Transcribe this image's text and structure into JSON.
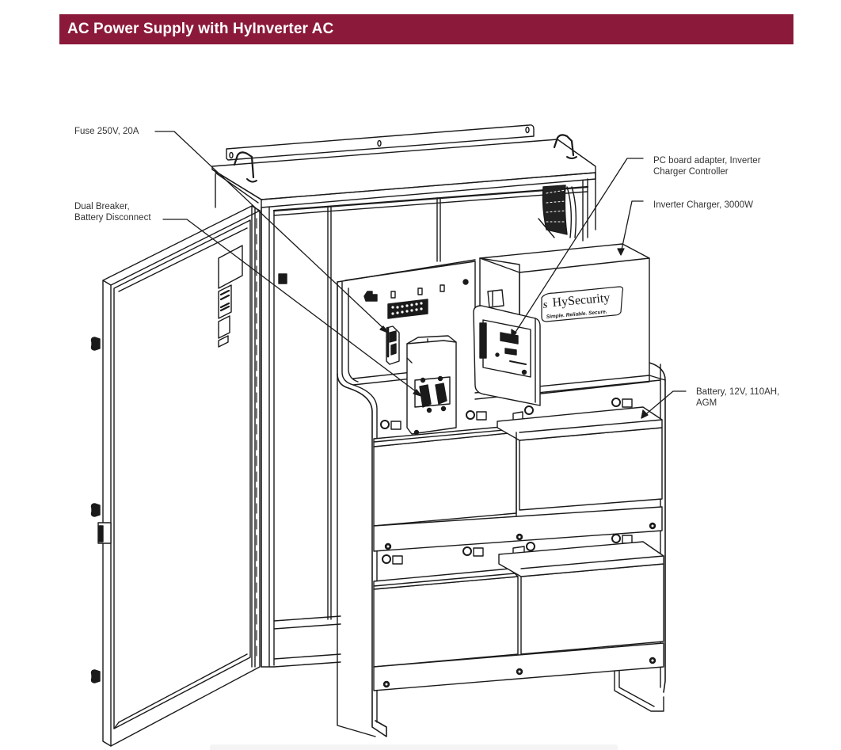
{
  "section": {
    "title": "AC Power Supply with HyInverter AC",
    "header_color": "#8b1a3a"
  },
  "figure": {
    "subject": "AC power supply cabinet with open door, inverter charger, PC board adapter and batteries",
    "logo": {
      "brand": "HySecurity",
      "tagline": "Simple. Reliable. Secure."
    },
    "callouts": [
      {
        "id": "fuse",
        "lines": [
          "Fuse 250V, 20A"
        ]
      },
      {
        "id": "dual-breaker",
        "lines": [
          "Dual Breaker,",
          "Battery Disconnect"
        ]
      },
      {
        "id": "pc-board",
        "lines": [
          "PC board adapter, Inverter",
          "Charger Controller"
        ]
      },
      {
        "id": "inverter-charger",
        "lines": [
          "Inverter Charger, 3000W"
        ]
      },
      {
        "id": "battery",
        "lines": [
          "Battery, 12V, 110AH,",
          "AGM"
        ]
      }
    ]
  }
}
